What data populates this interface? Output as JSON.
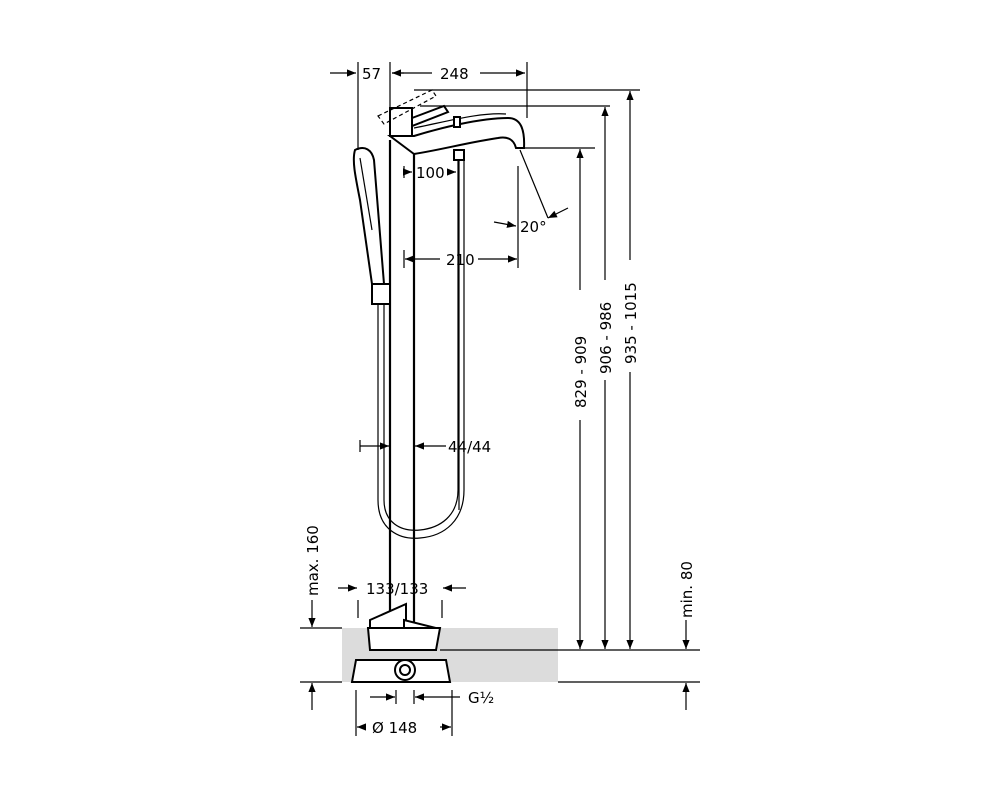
{
  "dimensions": {
    "d_57": "57",
    "d_248": "248",
    "d_100": "100",
    "d_20deg": "20°",
    "d_210": "210",
    "d_44_44": "44/44",
    "d_133_133": "133/133",
    "d_829_909": "829 - 909",
    "d_906_986": "906 - 986",
    "d_935_1015": "935 - 1015",
    "d_max160": "max. 160",
    "d_min80": "min. 80",
    "d_g12": "G½",
    "d_148": "Ø 148"
  },
  "colors": {
    "line": "#000000",
    "floor": "#dcdcdc",
    "background": "#ffffff"
  }
}
